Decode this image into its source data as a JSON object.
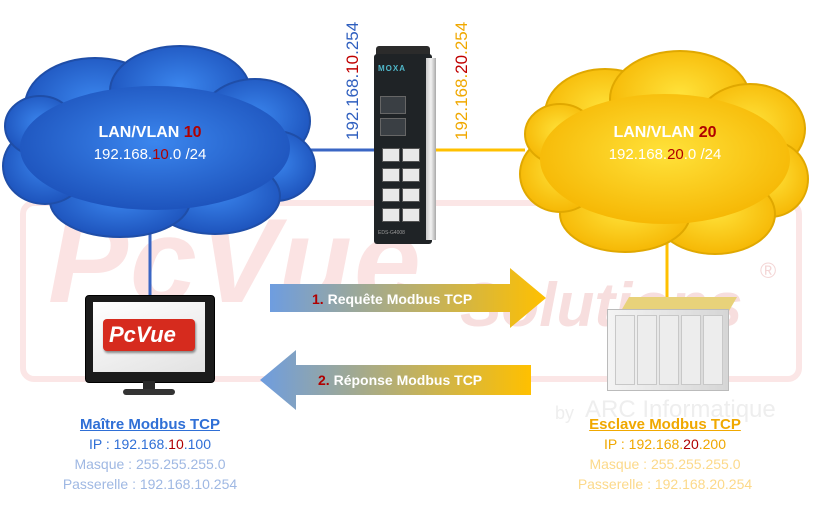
{
  "watermark": {
    "brand": "PcVue",
    "tagline": "Solutions",
    "by": "by",
    "company": "ARC Informatique",
    "registered": "®"
  },
  "left_cloud": {
    "prefix": "LAN/VLAN ",
    "vlan": "10",
    "net_a": "192.168.",
    "net_b": "10",
    "net_c": ".0 /24",
    "color": "#2f6fd6"
  },
  "right_cloud": {
    "prefix": "LAN/VLAN ",
    "vlan": "20",
    "net_a": "192.168.",
    "net_b": "20",
    "net_c": ".0 /24",
    "color": "#ffc000"
  },
  "switch": {
    "brand": "MOXA",
    "model": "EDS-G4008",
    "left_ip_a": "192.168.",
    "left_ip_b": "10",
    "left_ip_c": ".254",
    "right_ip_a": "192.168.",
    "right_ip_b": "20",
    "right_ip_c": ".254"
  },
  "arrows": {
    "request_num": "1.",
    "request_label": " Requête Modbus TCP",
    "response_num": "2.",
    "response_label": " Réponse Modbus TCP"
  },
  "monitor": {
    "logo": "PcVue"
  },
  "master": {
    "title": "Maître Modbus TCP",
    "ip_prefix": "IP : 192.168.",
    "ip_mid": "10",
    "ip_suffix": ".100",
    "mask": "Masque : 255.255.255.0",
    "gateway": "Passerelle : 192.168.10.254",
    "color": "#2f6fd6"
  },
  "slave": {
    "title": "Esclave Modbus TCP",
    "ip_prefix": "IP : 192.168.",
    "ip_mid": "20",
    "ip_suffix": ".200",
    "mask": "Masque : 255.255.255.0",
    "gateway": "Passerelle : 192.168.20.254",
    "color": "#ffc000"
  }
}
